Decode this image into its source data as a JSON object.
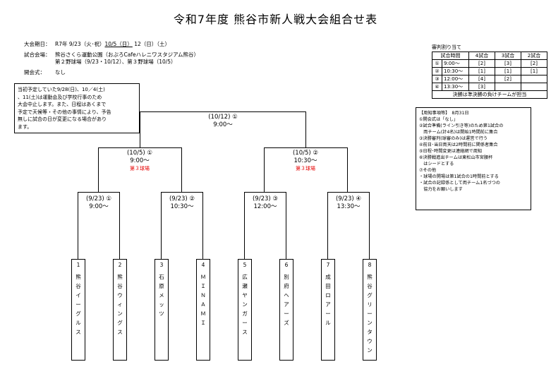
{
  "title": "令和7年度 熊谷市新人戦大会組合せ表",
  "info": {
    "dates_label": "大会期日：",
    "dates_pre": "R7年 9/23（火･祝）",
    "dates_underlined": "10/5（日）",
    "dates_post": " 12（日）（土）",
    "venue_label": "試合会場：",
    "venue_line1": "熊谷さくら運動公園（おぶろCafeハレニワスタジアム熊谷）",
    "venue_line2": "第２野球場（9/23・10/12）、第３野球場（10/5）",
    "opening_label": "開会式：",
    "opening_value": "なし"
  },
  "notice": {
    "lines": [
      "当初予定していた9/28(日)、10／4(土)",
      "、11(土)は運動会及び学校行事のため",
      "大会中止します。また、日程はあくまで",
      "予定で天候等・その他の事情により、予告",
      "無しに試合の日が変更になる場合があり",
      "ます。"
    ]
  },
  "referee": {
    "caption": "審判割り当て",
    "headers": [
      "試合時間",
      "4試合",
      "3試合",
      "2試合"
    ],
    "rows": [
      {
        "n": "①",
        "time": "9:00〜",
        "c4": "[2]",
        "c3": "[3]",
        "c2": "[2]"
      },
      {
        "n": "②",
        "time": "10:30〜",
        "c4": "[1]",
        "c3": "[1]",
        "c2": "[1]"
      },
      {
        "n": "③",
        "time": "12:00〜",
        "c4": "[4]",
        "c3": "[2]",
        "c2": ""
      },
      {
        "n": "④",
        "time": "13:30〜",
        "c4": "[3]",
        "c3": "",
        "c2": ""
      }
    ],
    "note": "決勝は準決勝の負けチームが担当"
  },
  "notes": {
    "lines": [
      "【周知事項等】　8月31日",
      "①開会式は「なし」",
      "②試合準備(ライン引き等)のため第1試合の",
      "　両チーム(計4名)は開始1時間前に集合",
      "③決勝審判(球審のみ)は運営で行う",
      "④前日･当日両天は2時間前に関係者集合",
      "⑤日程･時間変更は連絡網で周知",
      "⑥決勝戦進出チームは東松山市宮腰杯",
      "　はシードとする",
      "⑦その他",
      "・球場の開場は第1試合の1時間前とする",
      "・試合の記録係として両チーム1名づつの",
      "　協力をお願いします"
    ]
  },
  "matches": {
    "final": {
      "date": "(10/12) ①",
      "time": "9:00〜"
    },
    "semi1": {
      "date": "(10/5) ①",
      "time": "9:00〜",
      "venue": "第３球場"
    },
    "semi2": {
      "date": "(10/5) ②",
      "time": "10:30〜",
      "venue": "第３球場"
    },
    "q1": {
      "date": "(9/23) ①",
      "time": "9:00〜"
    },
    "q2": {
      "date": "(9/23) ②",
      "time": "10:30〜"
    },
    "q3": {
      "date": "(9/23) ③",
      "time": "12:00〜"
    },
    "q4": {
      "date": "(9/23) ④",
      "time": "13:30〜"
    }
  },
  "teams": [
    {
      "num": "1",
      "name": [
        "熊",
        "谷",
        "イ",
        "ー",
        "グ",
        "ル",
        "ス"
      ]
    },
    {
      "num": "2",
      "name": [
        "熊",
        "谷",
        "ウ",
        "ィ",
        "ン",
        "グ",
        "ス"
      ]
    },
    {
      "num": "3",
      "name": [
        "石",
        "原",
        "メ",
        "ッ",
        "ツ"
      ]
    },
    {
      "num": "4",
      "name": [
        "Ｍ",
        "Ｉ",
        "Ｎ",
        "Ａ",
        "Ｍ",
        "Ｉ"
      ]
    },
    {
      "num": "5",
      "name": [
        "広",
        "瀬",
        "ヤ",
        "ン",
        "ガ",
        "ー",
        "ス"
      ]
    },
    {
      "num": "6",
      "name": [
        "別",
        "府",
        "ヘ",
        "ア",
        "ー",
        "ズ"
      ]
    },
    {
      "num": "7",
      "name": [
        "成",
        "田",
        "ロ",
        "ア",
        "ー",
        "ル"
      ]
    },
    {
      "num": "8",
      "name": [
        "熊",
        "谷",
        "グ",
        "リ",
        "ー",
        "ン",
        "タ",
        "ウ",
        "ン"
      ]
    }
  ]
}
